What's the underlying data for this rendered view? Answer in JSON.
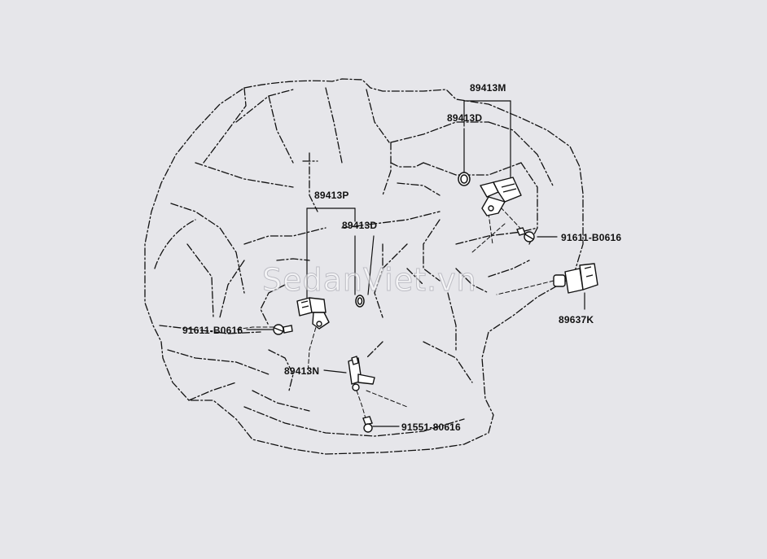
{
  "diagram": {
    "labels": {
      "sensor_top_assy": "89413M",
      "oring_top": "89413D",
      "sensor_mid_assy": "89413P",
      "oring_mid": "89413D",
      "bolt_right": "91611-B0616",
      "pressure_switch": "89637K",
      "bolt_left": "91611-B0616",
      "sensor_bottom": "89413N",
      "bolt_bottom": "91551-80616"
    },
    "watermark": "SedanViet.vn"
  }
}
